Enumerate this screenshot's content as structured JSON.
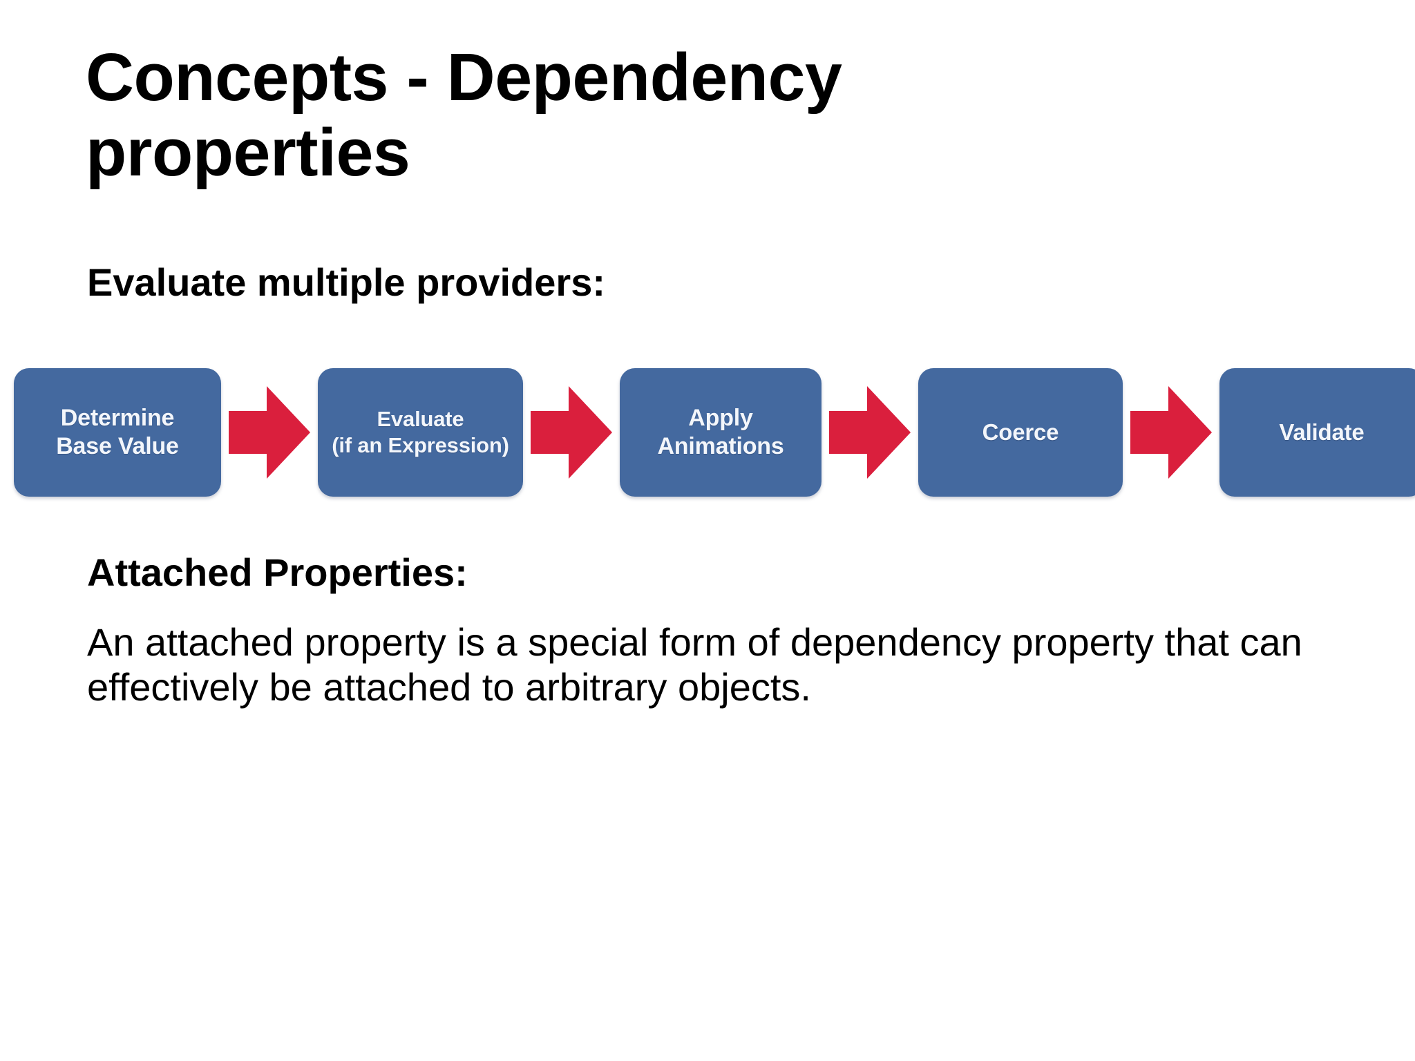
{
  "slide": {
    "title": "Concepts - Dependency properties",
    "background_color": "#FFFFFF"
  },
  "sections": {
    "providers_heading": "Evaluate multiple providers:",
    "attached_heading": "Attached Properties:",
    "attached_body": "An attached property is a special form of dependency property that can effectively be attached to arbitrary objects."
  },
  "flow": {
    "box_color": "#44699F",
    "box_text_color": "#F3F6FB",
    "arrow_color": "#DA1F3D",
    "steps": [
      {
        "label": "Determine\nBase Value",
        "arrow_after": "right-arrow"
      },
      {
        "label": "Evaluate\n(if an Expression)",
        "arrow_after": "right-arrow"
      },
      {
        "label": "Apply\nAnimations",
        "arrow_after": "right-arrow"
      },
      {
        "label": "Coerce",
        "arrow_after": "right-arrow"
      },
      {
        "label": "Validate",
        "arrow_after": ""
      }
    ]
  }
}
